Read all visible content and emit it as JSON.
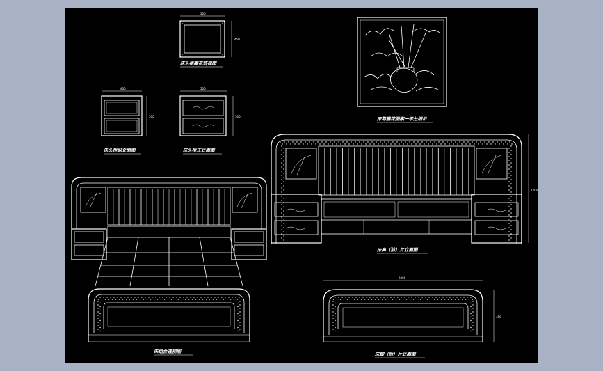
{
  "labels": {
    "headboard_frame_view": "床头柜雕花饰视图",
    "nightstand_back_view": "床头柜纵立面图",
    "nightstand_front_view": "床头柜正立面图",
    "carving_detail": "床靠雕花图案一平分细示",
    "bed_front_elevation": "床高（前）片立面图",
    "bed_combo_view": "床组合透视图",
    "footboard_elevation": "床脚（后）片立面图"
  },
  "dimensions": {
    "frame_width": "300",
    "frame_height": "450",
    "ns_side_width": "430",
    "ns_side_height": "500",
    "ns_front_width": "500",
    "ns_front_height": "500",
    "bed_height": "1200",
    "foot_width": "2000",
    "foot_height": "450"
  },
  "colors": {
    "outer_background": "#a9b1c5",
    "canvas": "#000000",
    "lines": "#ffffff"
  },
  "icons": {
    "carving_motif": "vase-with-flowers-and-clouds"
  }
}
